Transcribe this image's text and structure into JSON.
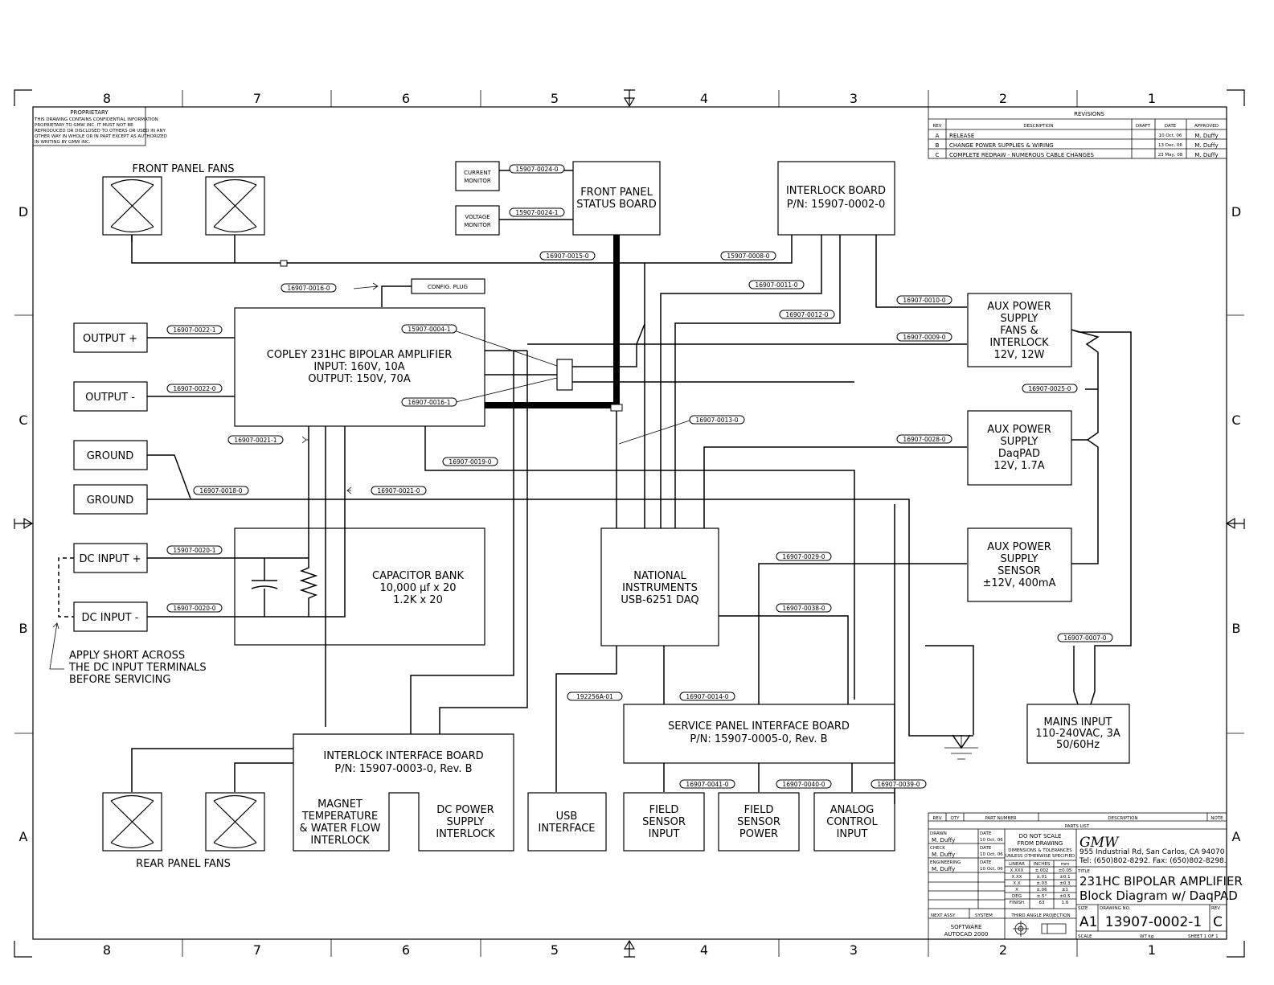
{
  "zones": {
    "columns": [
      "8",
      "7",
      "6",
      "5",
      "4",
      "3",
      "2",
      "1"
    ],
    "rows": [
      "D",
      "C",
      "B",
      "A"
    ]
  },
  "proprietary": {
    "title": "PROPRIETARY",
    "lines": [
      "THIS DRAWING CONTAINS CONFIDENTIAL INFORMATION",
      "PROPRIETARY TO GMW INC. IT MUST NOT BE",
      "REPRODUCED OR DISCLOSED TO OTHERS OR USED IN ANY",
      "OTHER WAY IN WHOLE OR IN PART EXCEPT AS AUTHORIZED",
      "IN WRITING BY GMW INC."
    ]
  },
  "revisions": {
    "title": "REVISIONS",
    "headers": [
      "REV",
      "DESCRIPTION",
      "DRAFT",
      "DATE",
      "APPROVED"
    ],
    "rows": [
      [
        "A",
        "RELEASE",
        "",
        "10 Oct, 06",
        "M. Duffy"
      ],
      [
        "B",
        "CHANGE POWER SUPPLIES & WIRING",
        "",
        "13 Dec, 06",
        "M. Duffy"
      ],
      [
        "C",
        "COMPLETE REDRAW - NUMEROUS CABLE CHANGES",
        "",
        "23 May, 08",
        "M. Duffy"
      ]
    ]
  },
  "blocks": {
    "front_panel_fans": "FRONT PANEL FANS",
    "rear_panel_fans": "REAR PANEL FANS",
    "current_monitor": [
      "CURRENT",
      "MONITOR"
    ],
    "voltage_monitor": [
      "VOLTAGE",
      "MONITOR"
    ],
    "front_panel_status": [
      "FRONT PANEL",
      "STATUS BOARD"
    ],
    "interlock_board": [
      "INTERLOCK BOARD",
      "P/N: 15907-0002-0"
    ],
    "config_plug": "CONFIG. PLUG",
    "output_plus": "OUTPUT +",
    "output_minus": "OUTPUT -",
    "ground_1": "GROUND",
    "ground_2": "GROUND",
    "dc_input_plus": "DC INPUT +",
    "dc_input_minus": "DC INPUT -",
    "amplifier": [
      "COPLEY 231HC BIPOLAR AMPLIFIER",
      "INPUT: 160V, 10A",
      "OUTPUT: 150V, 70A"
    ],
    "capacitor_bank": [
      "CAPACITOR BANK",
      "10,000 µf x 20",
      "1.2K x 20"
    ],
    "ni_daq": [
      "NATIONAL",
      "INSTRUMENTS",
      "USB-6251 DAQ"
    ],
    "aux_fans": [
      "AUX POWER",
      "SUPPLY",
      "FANS &",
      "INTERLOCK",
      "12V, 12W"
    ],
    "aux_daqpad": [
      "AUX POWER",
      "SUPPLY",
      "DaqPAD",
      "12V, 1.7A"
    ],
    "aux_sensor": [
      "AUX POWER",
      "SUPPLY",
      "SENSOR",
      "±12V, 400mA"
    ],
    "mains_input": [
      "MAINS INPUT",
      "110-240VAC, 3A",
      "50/60Hz"
    ],
    "service_panel": [
      "SERVICE PANEL INTERFACE BOARD",
      "P/N: 15907-0005-0, Rev. B"
    ],
    "interlock_interface": [
      "INTERLOCK INTERFACE BOARD",
      "P/N: 15907-0003-0, Rev. B"
    ],
    "magnet_temp": [
      "MAGNET",
      "TEMPERATURE",
      "& WATER FLOW",
      "INTERLOCK"
    ],
    "dc_power_interlock": [
      "DC POWER",
      "SUPPLY",
      "INTERLOCK"
    ],
    "usb_interface": [
      "USB",
      "INTERFACE"
    ],
    "field_sensor_input": [
      "FIELD",
      "SENSOR",
      "INPUT"
    ],
    "field_sensor_power": [
      "FIELD",
      "SENSOR",
      "POWER"
    ],
    "analog_control": [
      "ANALOG",
      "CONTROL",
      "INPUT"
    ],
    "apply_short_note": [
      "APPLY SHORT ACROSS",
      "THE DC INPUT TERMINALS",
      "BEFORE SERVICING"
    ]
  },
  "cables": {
    "c0024_0": "15907-0024-0",
    "c0024_1": "15907-0024-1",
    "c0015_0": "16907-0015-0",
    "c0008_0": "15907-0008-0",
    "c0016_0": "16907-0016-0",
    "c0011_0": "16907-0011-0",
    "c0012_0": "16907-0012-0",
    "c0010_0": "16907-0010-0",
    "c0009_0": "16907-0009-0",
    "c0004_1": "15907-0004-1",
    "c0016_1": "16907-0016-1",
    "c0022_1": "16907-0022-1",
    "c0022_0": "16907-0022-0",
    "c0025_0": "16907-0025-0",
    "c0013_0": "16907-0013-0",
    "c0021_1": "16907-0021-1",
    "c0019_0": "16907-0019-0",
    "c0028_0": "16907-0028-0",
    "c0018_0": "16907-0018-0",
    "c0021_0": "16907-0021-0",
    "c0020_1": "15907-0020-1",
    "c0020_0": "16907-0020-0",
    "c0029_0": "16907-0029-0",
    "c0038_0": "16907-0038-0",
    "c0007_0": "16907-0007-0",
    "c192256": "192256A-01",
    "c0014_0": "16907-0014-0",
    "c0041_0": "16907-0041-0",
    "c0040_0": "16907-0040-0",
    "c0039_0": "16907-0039-0"
  },
  "title_block": {
    "parts_headers": [
      "REV",
      "QTY",
      "PART NUMBER",
      "DESCRIPTION",
      "NOTE"
    ],
    "parts_list": "PARTS LIST",
    "drawn_label": "DRAWN",
    "drawn_name": "M. Duffy",
    "drawn_date_label": "DATE",
    "drawn_date": "10 Oct, 06",
    "check_label": "CHECK",
    "check_name": "M. Duffy",
    "check_date_label": "DATE",
    "check_date": "10 Oct, 06",
    "eng_label": "ENGINEERING",
    "eng_name": "M. Duffy",
    "eng_date_label": "DATE",
    "eng_date": "10 Oct, 06",
    "do_not_scale": [
      "DO NOT SCALE",
      "FROM DRAWING"
    ],
    "dims_note": [
      "DIMENSIONS & TOLERANCES",
      "UNLESS OTHERWISE SPECIFIED"
    ],
    "tol_headers": [
      "LINEAR",
      "INCHES",
      "mm"
    ],
    "tol_rows": [
      [
        "X.XXX",
        "±.002",
        "±0.05"
      ],
      [
        "X.XX",
        "±.01",
        "±0.1"
      ],
      [
        "X.X",
        "±.03",
        "±0.3"
      ],
      [
        "X",
        "±.06",
        "±1"
      ],
      [
        "DEG",
        "±.5°",
        "±0.5"
      ],
      [
        "FINISH",
        "63",
        "1.6"
      ]
    ],
    "company": "GMW",
    "address": "955 Industrial Rd, San Carlos, CA 94070",
    "phone": "Tel: (650)802-8292. Fax: (650)802-8298.",
    "title_label": "TITLE",
    "title_1": "231HC BIPOLAR AMPLIFIER",
    "title_2": "Block Diagram w/ DaqPAD",
    "next_assy": "NEXT ASSY",
    "system": "SYSTEM",
    "projection": "THIRD ANGLE PROJECTION",
    "software": "SOFTWARE",
    "autocad": "AUTOCAD 2000",
    "size_label": "SIZE",
    "size": "A1",
    "dwg_label": "DRAWING NO.",
    "dwg": "13907-0002-1",
    "rev_label": "REV",
    "rev": "C",
    "scale_label": "SCALE",
    "wt_label": "WT kg",
    "sheet_label": "SHEET 1 OF 1"
  }
}
